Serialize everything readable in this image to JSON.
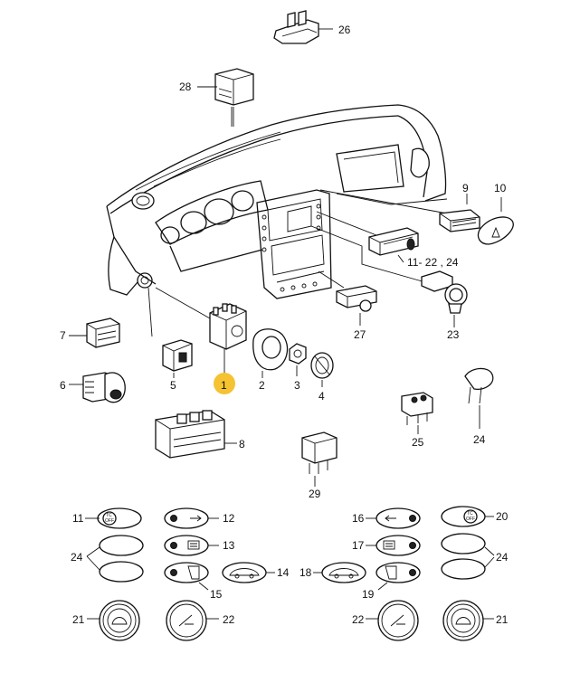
{
  "diagram": {
    "callouts": {
      "c1": "1",
      "c2": "2",
      "c3": "3",
      "c4": "4",
      "c5": "5",
      "c6": "6",
      "c7": "7",
      "c8": "8",
      "c9": "9",
      "c10": "10",
      "c11_22_24": "11- 22 , 24",
      "c23": "23",
      "c24_top": "24",
      "c25": "25",
      "c26": "26",
      "c27": "27",
      "c28": "28",
      "c29": "29",
      "b11": "11",
      "b12": "12",
      "b13": "13",
      "b14": "14",
      "b15": "15",
      "b16": "16",
      "b17": "17",
      "b18": "18",
      "b19": "19",
      "b20": "20",
      "b21_left": "21",
      "b22_left": "22",
      "b22_right": "22",
      "b21_right": "21",
      "b24_left": "24",
      "b24_right": "24"
    },
    "switch_text": {
      "tc_off_left": "TC",
      "tc_off_left2": "OFF",
      "tc_off_right": "TC",
      "tc_off_right2": "OFF"
    },
    "highlight": {
      "part": "1",
      "color": "#f5c232"
    },
    "colors": {
      "line": "#111111",
      "background": "#ffffff"
    }
  }
}
